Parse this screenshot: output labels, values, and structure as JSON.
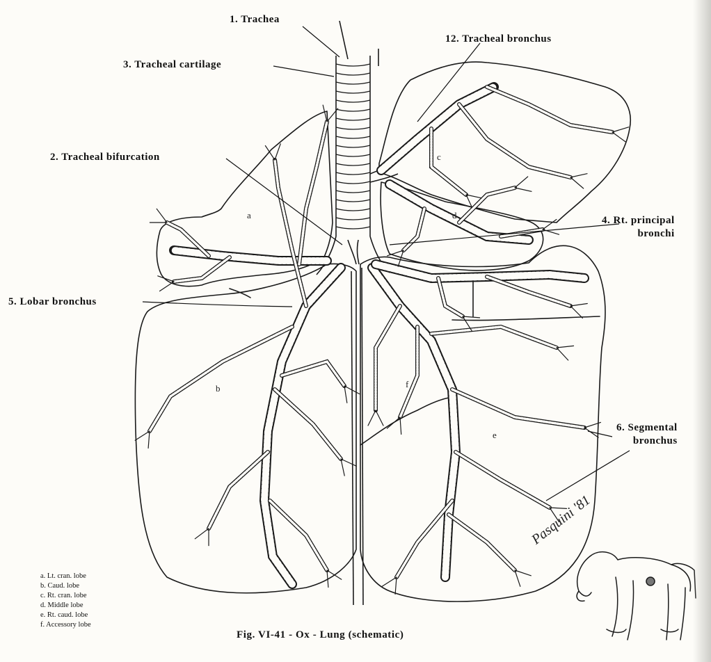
{
  "labels": {
    "trachea": "1. Trachea",
    "tracheal_cartilage": "3. Tracheal cartilage",
    "tracheal_bronchus": "12. Tracheal bronchus",
    "tracheal_bifurcation": "2. Tracheal bifurcation",
    "rt_principal_bronchi_line1": "4. Rt. principal",
    "rt_principal_bronchi_line2": "bronchi",
    "lobar_bronchus": "5. Lobar bronchus",
    "segmental_bronchus_line1": "6. Segmental",
    "segmental_bronchus_line2": "bronchus"
  },
  "lobe_letters": {
    "a": "a",
    "b": "b",
    "c": "c",
    "d": "d",
    "e": "e",
    "f": "f"
  },
  "legend": [
    "a. Lt. cran. lobe",
    "b. Caud. lobe",
    "c. Rt. cran. lobe",
    "d. Middle lobe",
    "e. Rt. caud. lobe",
    "f. Accessory lobe"
  ],
  "caption": "Fig. VI-41 - Ox - Lung (schematic)",
  "signature": "Pasquini '81",
  "colors": {
    "ink": "#1a1a1a",
    "paper": "#fdfcf8"
  },
  "icons": {
    "horse": "horse-illustration-icon"
  }
}
